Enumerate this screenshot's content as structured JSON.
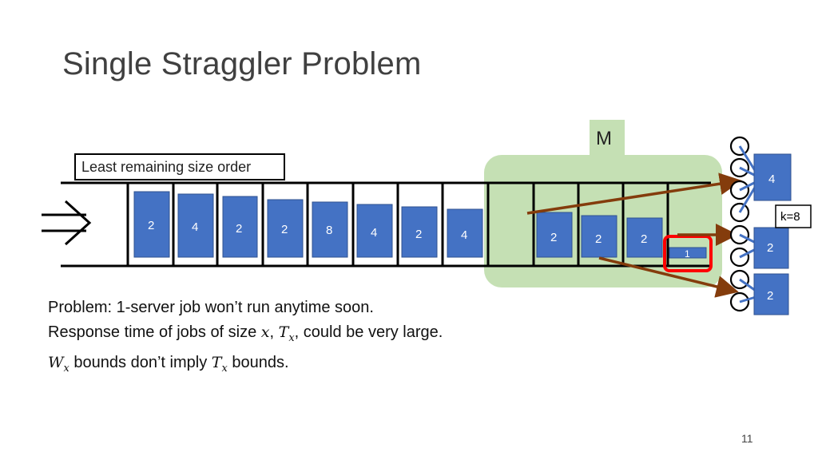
{
  "slide": {
    "title": "Single Straggler Problem",
    "page_number": "11"
  },
  "queue": {
    "order_label": "Least remaining size order",
    "jobs": [
      "2",
      "4",
      "2",
      "2",
      "8",
      "4",
      "2",
      "4"
    ]
  },
  "machine": {
    "label": "M",
    "waiting_jobs": [
      "2",
      "2",
      "2"
    ],
    "straggler_job": "1",
    "k_label": "k=8"
  },
  "servers": {
    "jobs": [
      "4",
      "2",
      "2"
    ]
  },
  "problem": {
    "line1": "Problem: 1-server job won’t run anytime soon.",
    "line2_prefix": "Response time of jobs of size ",
    "var_x": "x",
    "comma": ",",
    "var_T": "T",
    "sub_x": "x",
    "line2_suffix": ", could be very large.",
    "var_W": "W",
    "line3_middle": " bounds don’t imply ",
    "line3_suffix": " bounds."
  },
  "colors": {
    "job_fill": "#4472C4",
    "job_border": "#2F528F",
    "machine_fill": "#C5E0B4",
    "arrow": "#843C0C",
    "highlight": "#FF0000",
    "server_line": "#4472C4"
  }
}
